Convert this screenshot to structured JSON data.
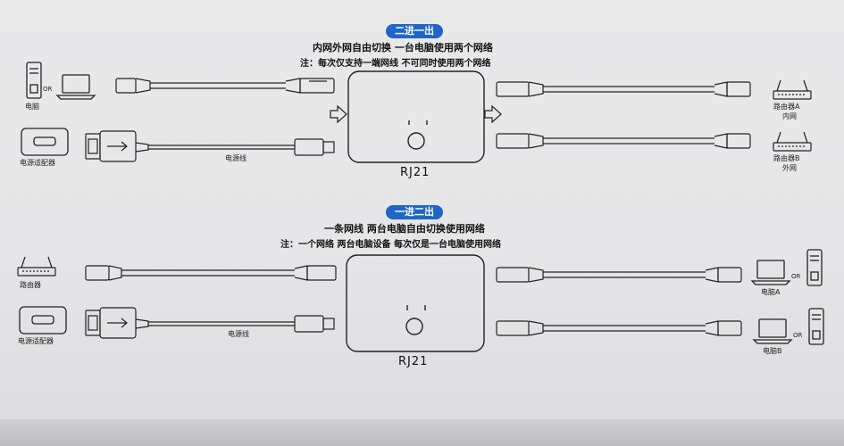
{
  "top": {
    "badge": "二进一出",
    "line1": "内网外网自由切换 一台电脑使用两个网络",
    "line2": "注：每次仅支持一端网线 不可同时使用两个网络",
    "label_computer": "电脑",
    "label_or": "OR",
    "label_adapter": "电源适配器",
    "label_power_cable": "电源线",
    "label_router_a": "路由器A",
    "label_router_a_sub": "内网",
    "label_router_b": "路由器B",
    "label_router_b_sub": "外网",
    "device_label": "RJ21"
  },
  "bottom": {
    "badge": "一进二出",
    "line1": "一条网线 两台电脑自由切换使用网络",
    "line2": "注：一个网络 两台电脑设备 每次仅是一台电脑使用网络",
    "label_router": "路由器",
    "label_adapter": "电源适配器",
    "label_power_cable": "电源线",
    "label_or": "OR",
    "label_computer_a": "电脑A",
    "label_computer_b": "电脑B",
    "device_label": "RJ21"
  }
}
